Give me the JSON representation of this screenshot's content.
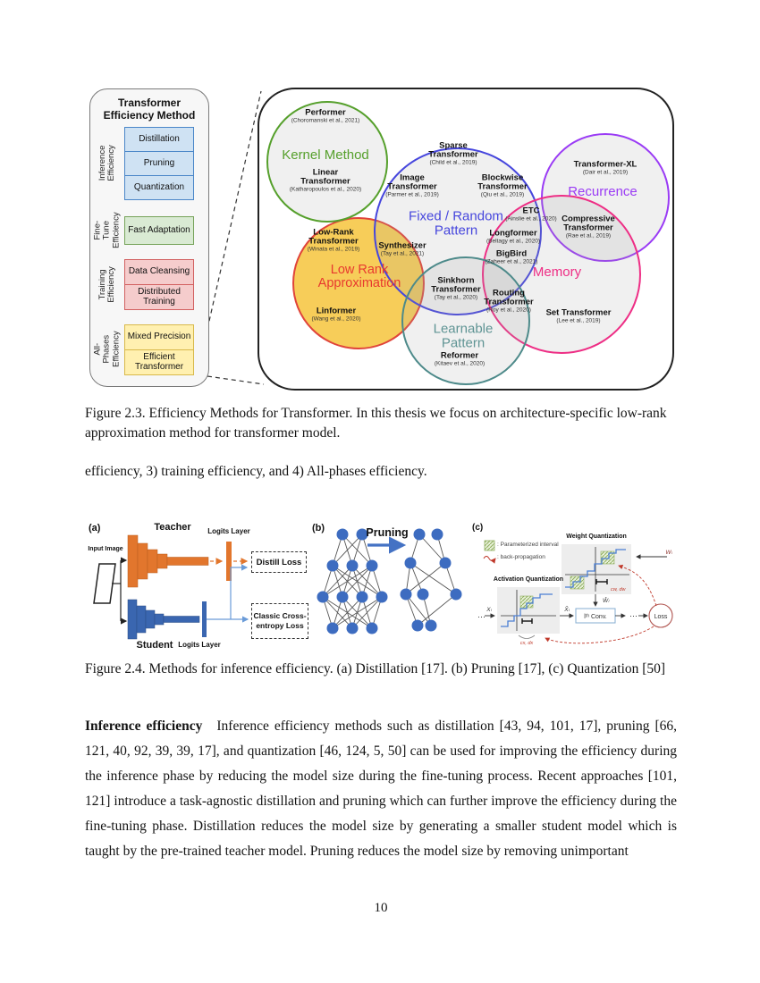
{
  "page": {
    "number": "10"
  },
  "figure23": {
    "sidebar": {
      "title": "Transformer Efficiency Method",
      "groups": [
        {
          "label": "Inference Efficiency",
          "color": "#cfe2f3",
          "border": "#4a86c8",
          "items": [
            "Distillation",
            "Pruning",
            "Quantization"
          ]
        },
        {
          "label": "Fine-Tune Efficiency",
          "color": "#d9ead3",
          "border": "#76a35a",
          "items": [
            "Fast Adaptation"
          ]
        },
        {
          "label": "Training Efficiency",
          "color": "#f5cccc",
          "border": "#d26060",
          "items": [
            "Data Cleansing",
            "Distributed Training"
          ]
        },
        {
          "label": "All-Phases Efficiency",
          "color": "#fff0b0",
          "border": "#d8b94a",
          "items": [
            "Mixed Precision",
            "Efficient Transformer"
          ]
        }
      ]
    },
    "venn": {
      "sets": [
        {
          "name": "Kernel Method",
          "color": "#56a02c"
        },
        {
          "name": "Fixed / Random Pattern",
          "color": "#4646dd"
        },
        {
          "name": "Recurrence",
          "color": "#9a3bf5"
        },
        {
          "name": "Low Rank Approximation",
          "color": "#e8392f"
        },
        {
          "name": "Memory",
          "color": "#ee2e85"
        },
        {
          "name": "Learnable Pattern",
          "color": "#5f9494"
        }
      ],
      "models": [
        {
          "name": "Performer",
          "cite": "(Choromanski et al., 2021)",
          "sets": [
            "Kernel Method"
          ]
        },
        {
          "name": "Linear Transformer",
          "cite": "(Katharopoulos et al., 2020)",
          "sets": [
            "Kernel Method"
          ]
        },
        {
          "name": "Sparse Transformer",
          "cite": "(Child et al., 2019)",
          "sets": [
            "Fixed / Random Pattern"
          ]
        },
        {
          "name": "Image Transformer",
          "cite": "(Parmer et al., 2019)",
          "sets": [
            "Fixed / Random Pattern"
          ]
        },
        {
          "name": "Blockwise Transformer",
          "cite": "(Qiu et al., 2019)",
          "sets": [
            "Fixed / Random Pattern"
          ]
        },
        {
          "name": "Transformer-XL",
          "cite": "(Dair et al., 2019)",
          "sets": [
            "Recurrence"
          ]
        },
        {
          "name": "ETC",
          "cite": "(Ainslie et al., 2020)",
          "sets": [
            "Fixed / Random Pattern",
            "Memory"
          ]
        },
        {
          "name": "Compressive Transformer",
          "cite": "(Rae et al., 2019)",
          "sets": [
            "Recurrence",
            "Memory"
          ]
        },
        {
          "name": "Longformer",
          "cite": "(Beltagy et al., 2020)",
          "sets": [
            "Fixed / Random Pattern",
            "Memory"
          ]
        },
        {
          "name": "BigBird",
          "cite": "(Zaheer et al., 2021)",
          "sets": [
            "Fixed / Random Pattern",
            "Memory"
          ]
        },
        {
          "name": "Low-Rank Transformer",
          "cite": "(Winata et al., 2019)",
          "sets": [
            "Low Rank Approximation"
          ]
        },
        {
          "name": "Synthesizer",
          "cite": "(Tay et al., 2021)",
          "sets": [
            "Low Rank Approximation",
            "Fixed / Random Pattern"
          ]
        },
        {
          "name": "Linformer",
          "cite": "(Wang et al., 2020)",
          "sets": [
            "Low Rank Approximation"
          ]
        },
        {
          "name": "Sinkhorn Transformer",
          "cite": "(Tay et al., 2020)",
          "sets": [
            "Learnable Pattern",
            "Fixed / Random Pattern"
          ]
        },
        {
          "name": "Routing Transformer",
          "cite": "(Roy et al., 2020)",
          "sets": [
            "Learnable Pattern",
            "Memory"
          ]
        },
        {
          "name": "Set Transformer",
          "cite": "(Lee et al., 2019)",
          "sets": [
            "Memory"
          ]
        },
        {
          "name": "Reformer",
          "cite": "(Kitaev et al., 2020)",
          "sets": [
            "Learnable Pattern"
          ]
        }
      ]
    },
    "caption": "Figure 2.3. Efficiency Methods for Transformer. In this thesis we focus on architecture-specific low-rank approximation method for transformer model."
  },
  "body_intro": "efficiency, 3) training efficiency, and 4) All-phases efficiency.",
  "figure24": {
    "a": {
      "tag": "(a)",
      "teacher_label": "Teacher",
      "student_label": "Student",
      "input_label": "Input Image",
      "logits_top": "Logits Layer",
      "logits_bottom": "Logits Layer",
      "distill_loss": "Distill Loss",
      "ce_loss": "Classic Cross-entropy Loss"
    },
    "b": {
      "tag": "(b)",
      "title": "Pruning"
    },
    "c": {
      "tag": "(c)",
      "legend_interval": ": Parameterized interval",
      "legend_backprop": ": back-propagation",
      "weight_title": "Weight Quantization",
      "activation_title": "Activation Quantization",
      "x_in": "Xₗ",
      "x_out": "X̂ₗ",
      "w_in": "Wₗ",
      "w_hat": "Ŵₗ",
      "conv": "lᵗʰ Conv.",
      "loss": "Loss",
      "dots1": "⋯",
      "dots2": "⋯",
      "act_params": "cx, dx",
      "weight_params": "cw, dw"
    },
    "caption": "Figure 2.4. Methods for inference efficiency. (a) Distillation [17]. (b) Pruning [17], (c) Quantization [50]"
  },
  "paragraph": {
    "lead": "Inference efficiency",
    "text": "Inference efficiency methods such as distillation [43, 94, 101, 17], pruning [66, 121, 40, 92, 39, 39, 17], and quantization [46, 124, 5, 50] can be used for improving the efficiency during the inference phase by reducing the model size during the fine-tuning process. Recent approaches [101, 121] introduce a task-agnostic distillation and pruning which can further improve the efficiency during the fine-tuning phase. Distillation reduces the model size by generating a smaller student model which is taught by the pre-trained teacher model. Pruning reduces the model size by removing unimportant"
  }
}
